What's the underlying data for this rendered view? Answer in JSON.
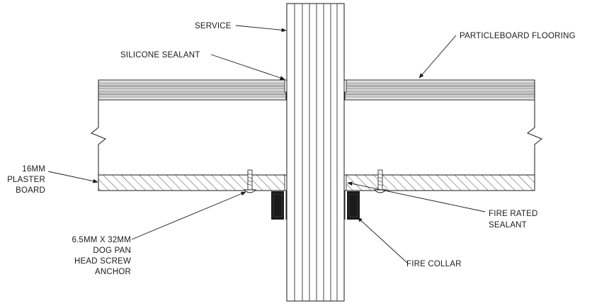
{
  "labels": {
    "service": "SERVICE",
    "silicone_sealant": "SILICONE SEALANT",
    "particleboard_flooring": "PARTICLEBOARD FLOORING",
    "plaster_board": [
      "16MM",
      "PLASTER",
      "BOARD"
    ],
    "fire_rated_sealant": [
      "FIRE RATED",
      "SEALANT"
    ],
    "anchor": [
      "6.5MM X 32MM",
      "DOG PAN",
      "HEAD SCREW",
      "ANCHOR"
    ],
    "fire_collar": "FIRE COLLAR"
  },
  "colors": {
    "line": "#1a1a1a",
    "fill_dark": "#1a1a1a",
    "background": "#ffffff"
  }
}
